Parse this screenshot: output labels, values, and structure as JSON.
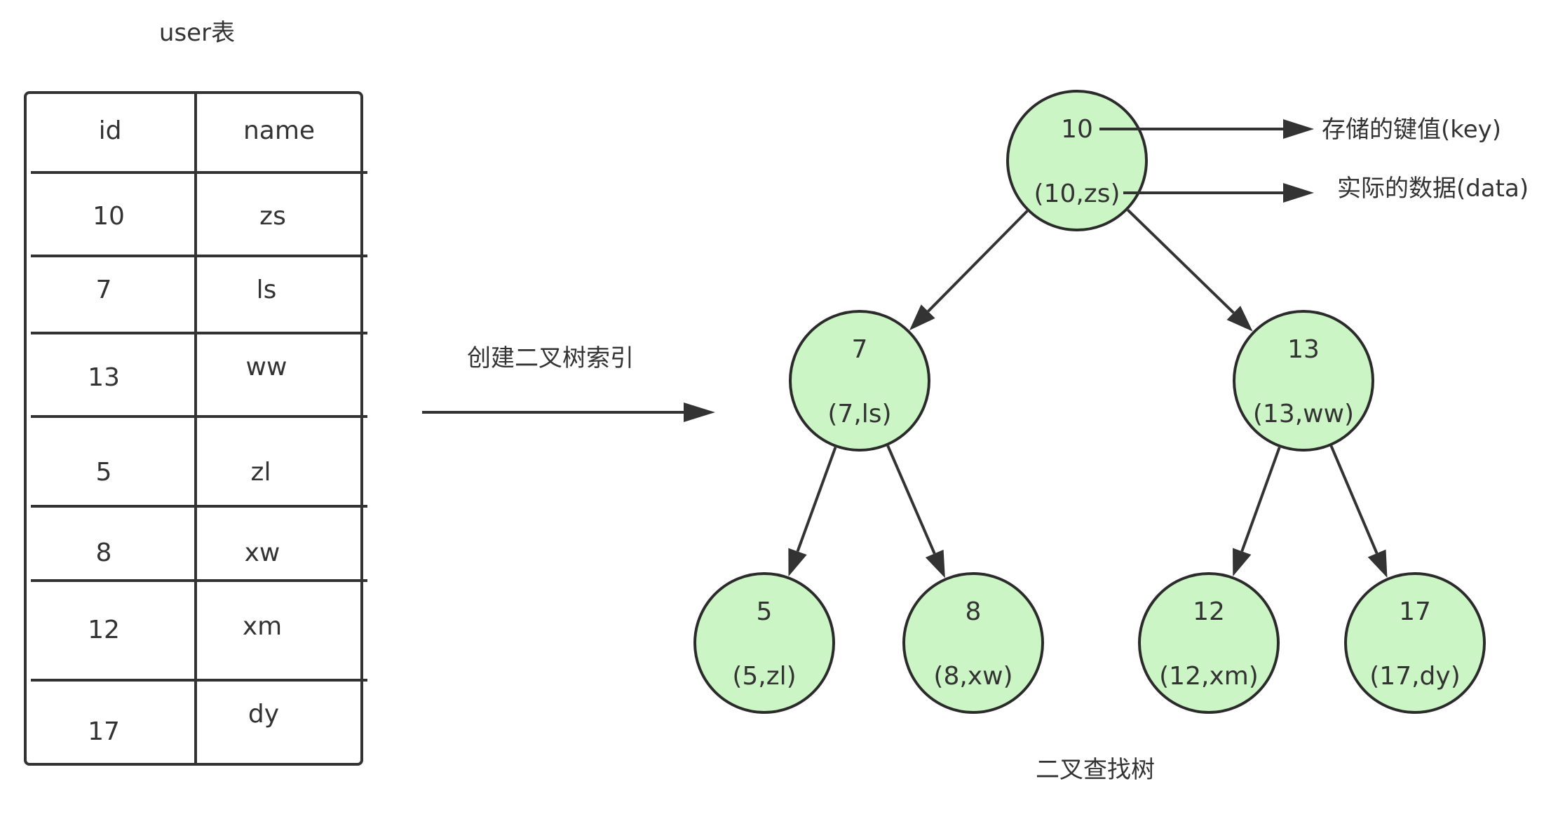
{
  "table": {
    "title": "user表",
    "headers": [
      "id",
      "name"
    ],
    "rows": [
      [
        "10",
        "zs"
      ],
      [
        "7",
        "ls"
      ],
      [
        "13",
        "ww"
      ],
      [
        "5",
        "zl"
      ],
      [
        "8",
        "xw"
      ],
      [
        "12",
        "xm"
      ],
      [
        "17",
        "dy"
      ]
    ]
  },
  "transform_label": "创建二叉树索引",
  "tree": {
    "caption": "二叉查找树",
    "nodes": [
      {
        "id": "n10",
        "key": "10",
        "data": "(10,zs)"
      },
      {
        "id": "n7",
        "key": "7",
        "data": "(7,ls)"
      },
      {
        "id": "n13",
        "key": "13",
        "data": "(13,ww)"
      },
      {
        "id": "n5",
        "key": "5",
        "data": "(5,zl)"
      },
      {
        "id": "n8",
        "key": "8",
        "data": "(8,xw)"
      },
      {
        "id": "n12",
        "key": "12",
        "data": "(12,xm)"
      },
      {
        "id": "n17",
        "key": "17",
        "data": "(17,dy)"
      }
    ],
    "edges": [
      {
        "from": "n10",
        "to": "n7"
      },
      {
        "from": "n10",
        "to": "n13"
      },
      {
        "from": "n7",
        "to": "n5"
      },
      {
        "from": "n7",
        "to": "n8"
      },
      {
        "from": "n13",
        "to": "n12"
      },
      {
        "from": "n13",
        "to": "n17"
      }
    ]
  },
  "annotations": {
    "key_label": "存储的键值(key)",
    "data_label": "实际的数据(data)"
  },
  "colors": {
    "node_fill": "#ccf5c5",
    "stroke": "#2b2b2b",
    "text": "#333333"
  }
}
